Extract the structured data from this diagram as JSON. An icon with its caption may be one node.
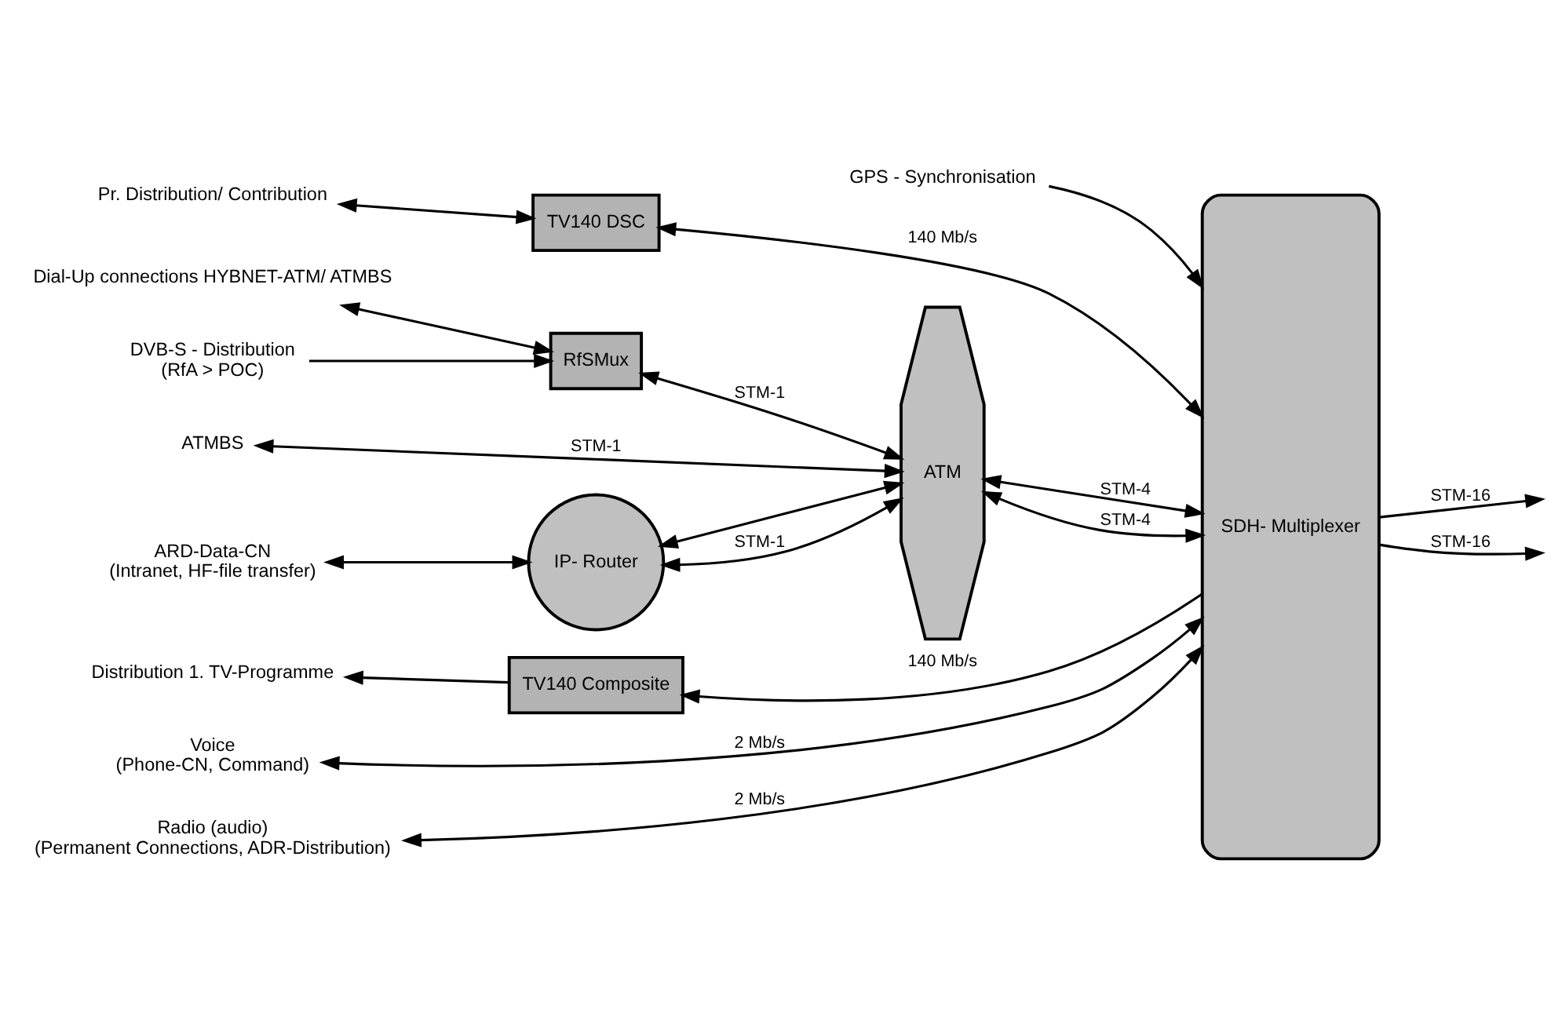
{
  "diagram": {
    "nodes": [
      {
        "text": [
          "GPS - Synchronisation"
        ]
      },
      {
        "text": [
          "Pr. Distribution/ Contribution"
        ]
      },
      {
        "text": [
          "TV140 DSC"
        ]
      },
      {
        "text": [
          "Distribution 1. TV-Programme"
        ]
      },
      {
        "text": [
          "TV140 Composite"
        ]
      },
      {
        "text": [
          "Dial-Up connections HYBNET-ATM/ ATMBS"
        ]
      },
      {
        "text": [
          "DVB-S - Distribution",
          "(RfA > POC)"
        ]
      },
      {
        "text": [
          "RfSMux"
        ]
      },
      {
        "text": [
          "ATMBS"
        ]
      },
      {
        "text": [
          "ATM"
        ]
      },
      {
        "text": [
          "SDH- Multiplexer"
        ]
      },
      {
        "text": [
          "ARD-Data-CN",
          "(Intranet, HF-file transfer)"
        ]
      },
      {
        "text": [
          "IP- Router"
        ]
      },
      {
        "text": [
          "Voice",
          "(Phone-CN, Command)"
        ]
      },
      {
        "text": [
          "Radio (audio)",
          "(Permanent Connections, ADR-Distribution)"
        ]
      }
    ],
    "edges": [
      {
        "from": 0,
        "to": 10,
        "arrow": "to"
      },
      {
        "from": 1,
        "to": 2,
        "arrow": "both"
      },
      {
        "from": 2,
        "to": 10,
        "label": "140 Mb/s",
        "arrow": "both"
      },
      {
        "from": 4,
        "to": 3,
        "arrow": "to"
      },
      {
        "from": 10,
        "to": 4,
        "label": "140 Mb/s",
        "arrow": "to"
      },
      {
        "from": 5,
        "to": 7,
        "arrow": "both"
      },
      {
        "from": 6,
        "to": 7,
        "arrow": "to"
      },
      {
        "from": 7,
        "to": 9,
        "label": "STM-1",
        "arrow": "both"
      },
      {
        "from": 9,
        "to": 10,
        "label": "STM-4",
        "arrow": "both"
      },
      {
        "from": 8,
        "to": 9,
        "label": "STM-1",
        "arrow": "both"
      },
      {
        "from": 12,
        "to": 9,
        "arrow": "both"
      },
      {
        "from": 11,
        "to": 12,
        "arrow": "both"
      },
      {
        "from": 12,
        "to": 9,
        "label": "STM-1",
        "arrow": "both"
      },
      {
        "from": 9,
        "to": 10,
        "label": "STM-4",
        "arrow": "both"
      },
      {
        "from": 13,
        "to": 10,
        "label": "2 Mb/s",
        "arrow": "both"
      },
      {
        "from": 14,
        "to": 10,
        "label": "2 Mb/s",
        "arrow": "both"
      },
      {
        "from": 10,
        "to": null,
        "label": "STM-16",
        "arrow": "to"
      },
      {
        "from": 10,
        "to": null,
        "label": "STM-16",
        "arrow": "to"
      }
    ]
  }
}
